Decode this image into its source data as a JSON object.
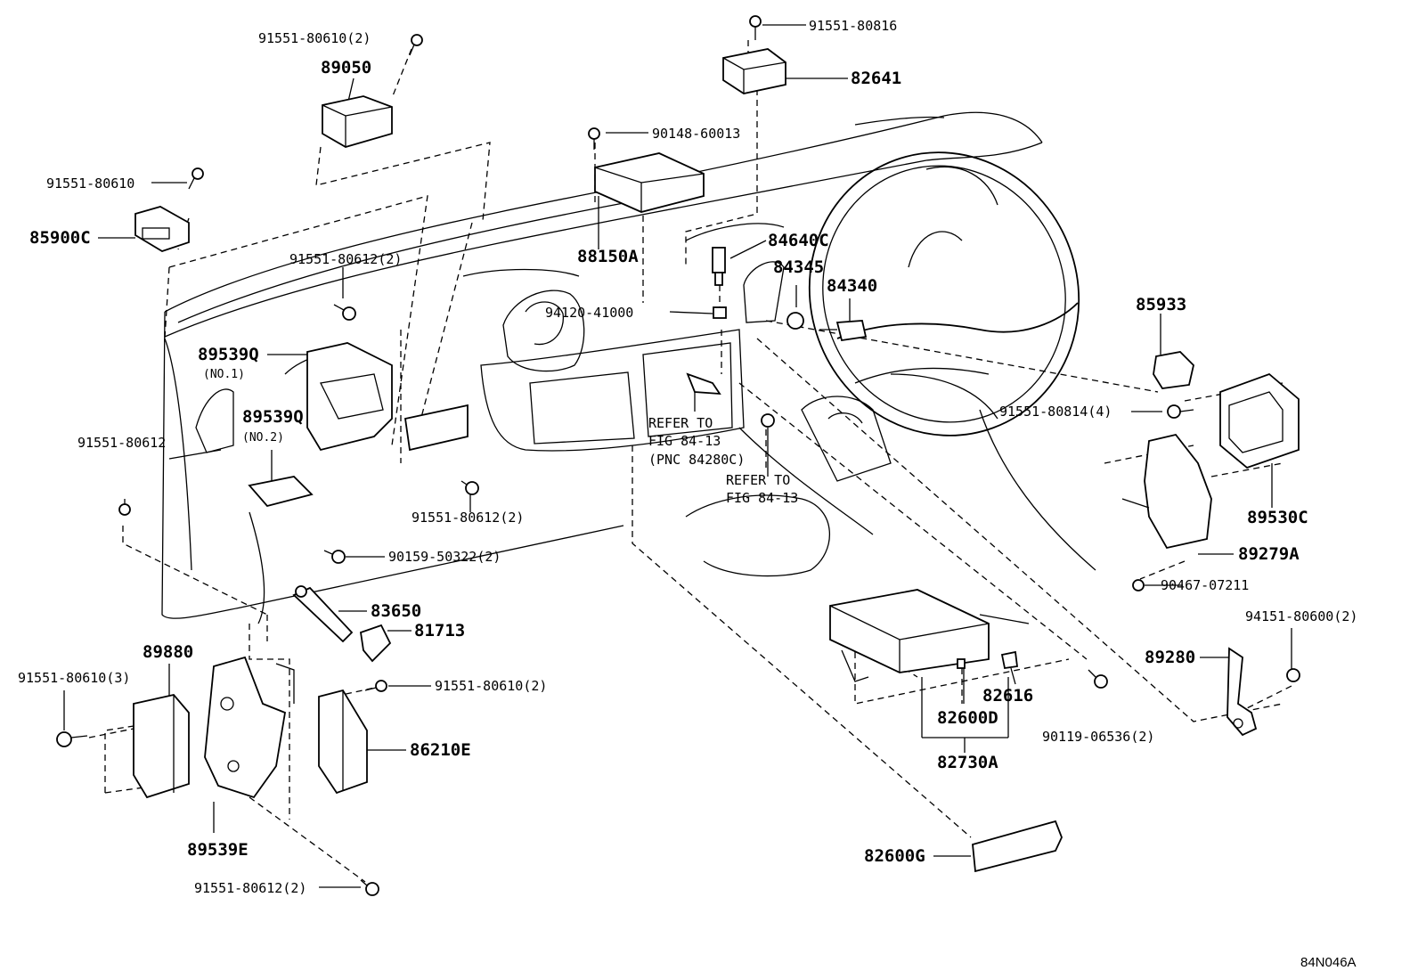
{
  "labels": {
    "l_91551_80610_2_top": "91551-80610(2)",
    "l_89050": "89050",
    "l_91551_80816": "91551-80816",
    "l_82641": "82641",
    "l_90148_60013": "90148-60013",
    "l_91551_80610": "91551-80610",
    "l_85900c": "85900C",
    "l_88150a": "88150A",
    "l_84640c": "84640C",
    "l_84345": "84345",
    "l_84340": "84340",
    "l_91551_80612_2_a": "91551-80612(2)",
    "l_94120_41000": "94120-41000",
    "l_85933": "85933",
    "l_89539q_1": "89539Q",
    "l_no1": "(NO.1)",
    "l_89539q_2": "89539Q",
    "l_no2": "(NO.2)",
    "l_91551_80612": "91551-80612",
    "l_refer1_a": "REFER TO",
    "l_refer1_b": "FIG 84-13",
    "l_refer1_c": "(PNC 84280C)",
    "l_refer2_a": "REFER TO",
    "l_refer2_b": "FIG 84-13",
    "l_91551_80814_4": "91551-80814(4)",
    "l_91551_80612_2_b": "91551-80612(2)",
    "l_89530c": "89530C",
    "l_90159_50322_2": "90159-50322(2)",
    "l_89279a": "89279A",
    "l_90467_07211": "90467-07211",
    "l_83650": "83650",
    "l_81713": "81713",
    "l_94151_80600_2": "94151-80600(2)",
    "l_89880": "89880",
    "l_89280": "89280",
    "l_91551_80610_3": "91551-80610(3)",
    "l_91551_80610_2_mid": "91551-80610(2)",
    "l_82616": "82616",
    "l_86210e": "86210E",
    "l_82600d": "82600D",
    "l_90119_06536_2": "90119-06536(2)",
    "l_82730a": "82730A",
    "l_89539e": "89539E",
    "l_82600g": "82600G",
    "l_91551_80612_2_c": "91551-80612(2)",
    "l_code": "84N046A"
  }
}
